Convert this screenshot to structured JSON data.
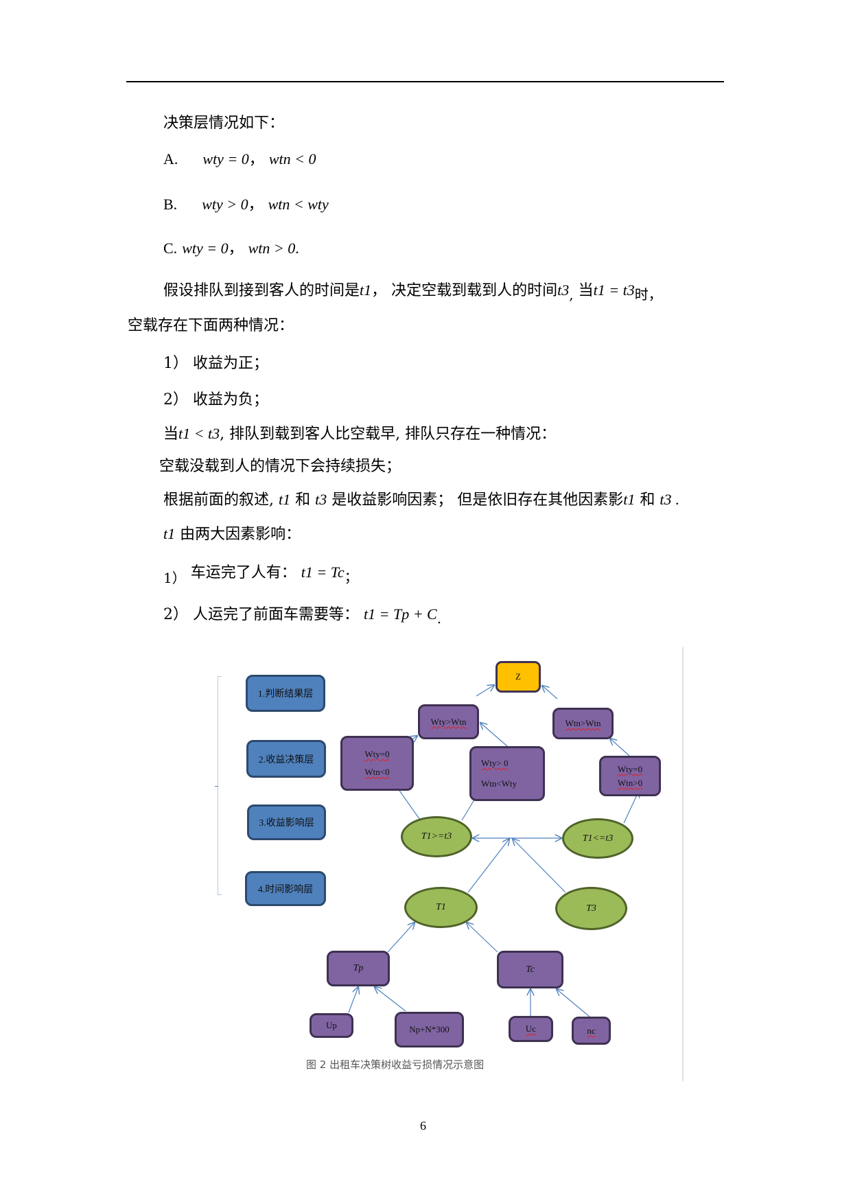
{
  "page": {
    "page_number": "6"
  },
  "text": {
    "intro": "决策层情况如下：",
    "option_a": {
      "label": "A.",
      "expr1": "wty = 0",
      "sep": "，",
      "expr2": "wtn < 0"
    },
    "option_b": {
      "label": "B.",
      "expr1": "wty > 0",
      "sep": "，",
      "expr2": "wtn < wty"
    },
    "option_c": {
      "label": "C.",
      "expr1": "wty = 0",
      "sep": "，",
      "expr2": "wtn > 0",
      "end": "."
    },
    "para1": {
      "part1": "假设排队到接到客人的时间是",
      "t1": "t1",
      "part2": "， 决定空载到载到人的时间",
      "t3": "t3",
      "comma": ",",
      "part3": " 当",
      "eq": "t1 = t3",
      "part4": "时，"
    },
    "para1_cont": "空载存在下面两种情况：",
    "case1": "1） 收益为正；",
    "case2": "2） 收益为负；",
    "para2": {
      "part1": "当",
      "expr": "t1 < t3",
      "part2": ", 排队到载到客人比空载早, 排队只存在一种情况："
    },
    "para3": "空载没载到人的情况下会持续损失；",
    "para4": {
      "part1": "根据前面的叙述, ",
      "t1": "t1",
      "and1": " 和 ",
      "t3": "t3",
      "part2": " 是收益影响因素； 但是依旧存在其他因素影",
      "t1b": "t1",
      "and2": " 和 ",
      "t3b": "t3",
      "end": " ."
    },
    "para5": {
      "t1": "t1",
      "rest": " 由两大因素影响："
    },
    "item1": {
      "num": "1）",
      "text": "车运完了人有：",
      "expr": "t1 = Tc",
      "end": "；"
    },
    "item2": {
      "num": "2）",
      "text": "人运完了前面车需要等：",
      "expr": "t1 = Tp + C",
      "end": "."
    }
  },
  "diagram": {
    "layers": [
      {
        "label": "1.判断结果层"
      },
      {
        "label": "2.收益决策层"
      },
      {
        "label": "3.收益影响层"
      },
      {
        "label": "4.时间影响层"
      }
    ],
    "nodes": {
      "z": "Z",
      "wty_gt_wtn": "Wty>Wtn",
      "wtn_gt_wtn": "Wtn>Wtn",
      "wty0_wtn_lt0": {
        "line1": "Wty=0",
        "line2": "Wtn<0"
      },
      "wty_gt0_wtn_lt_wty": {
        "line1": "Wty> 0",
        "line2": "Wtn<Wty"
      },
      "wty0_wtn_gt0": {
        "line1": "Wty=0",
        "line2": "Wtn>0"
      },
      "t1_ge_t3": "T1>=t3",
      "t1_le_t3": "T1<=t3",
      "t1": "T1",
      "t3": "T3",
      "tp": "Tp",
      "tc": "Tc",
      "up": "Up",
      "np": "Np+N*300",
      "uc": "Uc",
      "nc": "nc"
    },
    "caption": "图 2  出租车决策树收益亏损情况示意图",
    "colors": {
      "layer_box": "#4f81bd",
      "decision_box": "#8064a2",
      "result_box": "#ffc000",
      "factor_ellipse": "#9bbb59",
      "arrow": "#4f81bd"
    }
  }
}
